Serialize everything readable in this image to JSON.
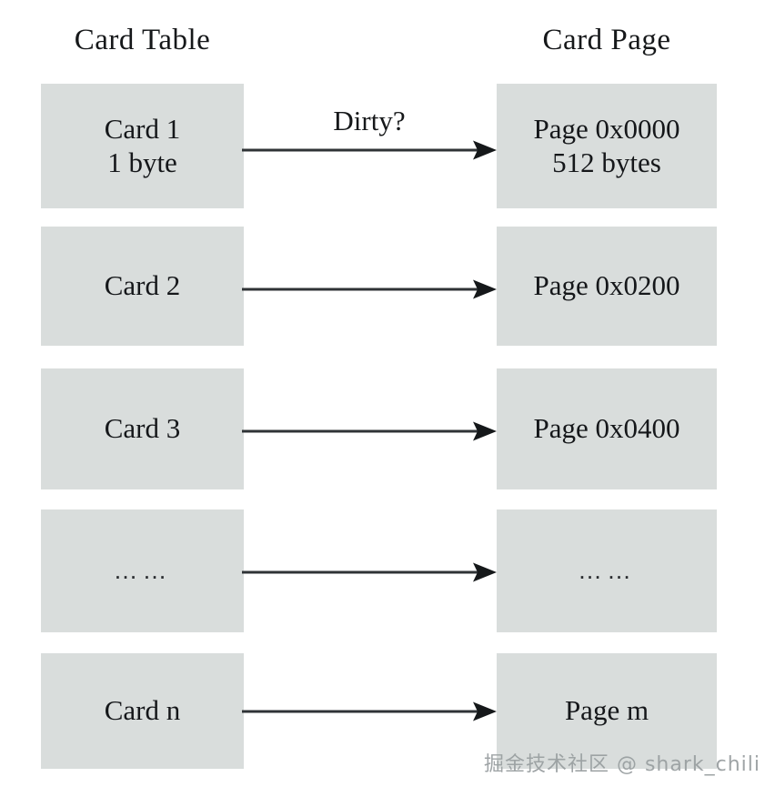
{
  "diagram": {
    "title_left": "Card Table",
    "title_right": "Card Page",
    "edge_label": "Dirty?",
    "box_fill_color": "#d9dddc",
    "arrow_color": "#2f3336",
    "background_color": "#ffffff",
    "rows": [
      {
        "left_lines": [
          "Card 1",
          "1 byte"
        ],
        "right_lines": [
          "Page 0x0000",
          "512 bytes"
        ],
        "arrow_label": "Dirty?"
      },
      {
        "left_lines": [
          "Card 2"
        ],
        "right_lines": [
          "Page 0x0200"
        ],
        "arrow_label": ""
      },
      {
        "left_lines": [
          "Card 3"
        ],
        "right_lines": [
          "Page 0x0400"
        ],
        "arrow_label": ""
      },
      {
        "left_lines": [
          "……"
        ],
        "right_lines": [
          "……"
        ],
        "arrow_label": ""
      },
      {
        "left_lines": [
          "Card n"
        ],
        "right_lines": [
          "Page m"
        ],
        "arrow_label": ""
      }
    ]
  },
  "watermark": {
    "text": "掘金技术社区 @ shark_chili"
  }
}
